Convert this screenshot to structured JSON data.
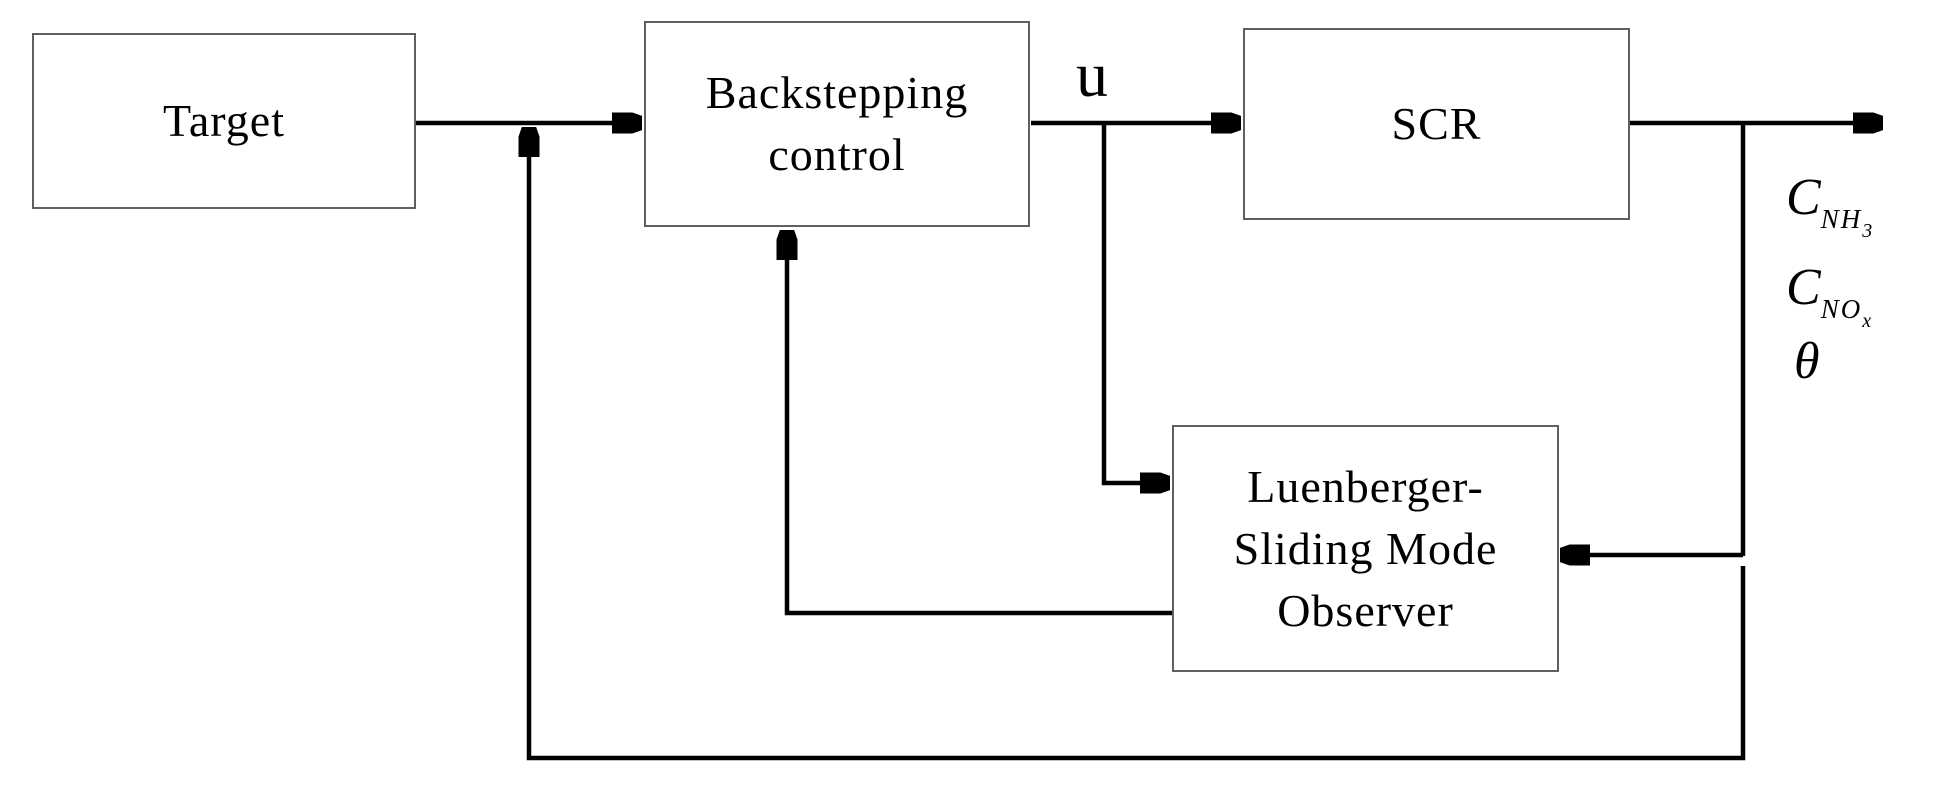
{
  "diagram": {
    "colors": {
      "background": "#ffffff",
      "line": "#000000",
      "box_border": "#5f5f5f",
      "text": "#000000"
    },
    "nodes": {
      "target": {
        "label": "Target"
      },
      "backstepping": {
        "lines": [
          "Backstepping",
          "control"
        ]
      },
      "scr": {
        "label": "SCR"
      },
      "observer": {
        "lines": [
          "Luenberger-",
          "Sliding Mode",
          "Observer"
        ]
      }
    },
    "signals": {
      "u": "u",
      "c_nh3": {
        "base": "C",
        "sub": "NH",
        "subsub": "3"
      },
      "c_nox": {
        "base": "C",
        "sub": "NO",
        "subsub": "x"
      },
      "theta": "θ"
    }
  }
}
